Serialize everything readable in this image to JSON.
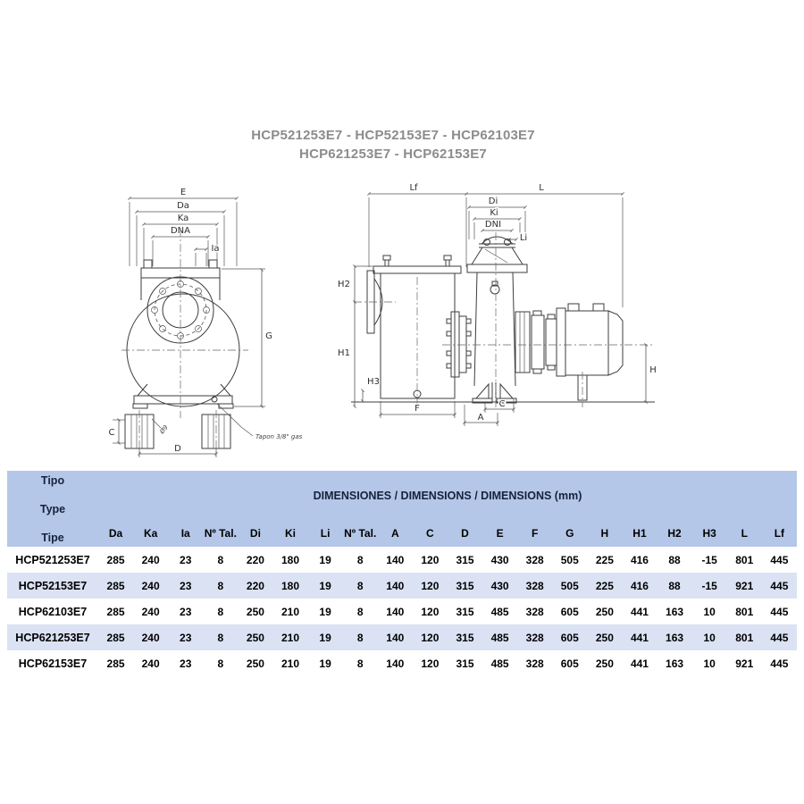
{
  "title": {
    "line1": "HCP521253E7 - HCP52153E7 - HCP62103E7",
    "line2": "HCP621253E7 - HCP62153E7"
  },
  "diagram": {
    "front_view": {
      "labels": {
        "e": "E",
        "da": "Da",
        "ka": "Ka",
        "dna": "DNA",
        "ia": "Ia",
        "g": "G",
        "c": "C",
        "d": "D",
        "hole_dia": "Ø9",
        "plug_note": "Tapon 3/8\" gas"
      }
    },
    "side_view": {
      "labels": {
        "lf": "Lf",
        "l": "L",
        "di": "Di",
        "ki": "Ki",
        "dni": "DNI",
        "li": "Li",
        "h2": "H2",
        "h1": "H1",
        "h3": "H3",
        "f": "F",
        "a": "A",
        "c": "C",
        "h": "H"
      }
    }
  },
  "table": {
    "type_header": [
      "Tipo",
      "Type",
      "Tipe"
    ],
    "dimensions_header": "DIMENSIONES / DIMENSIONS / DIMENSIONS (mm)",
    "columns": [
      "Da",
      "Ka",
      "Ia",
      "Nº Tal.",
      "Di",
      "Ki",
      "Li",
      "Nº Tal.",
      "A",
      "C",
      "D",
      "E",
      "F",
      "G",
      "H",
      "H1",
      "H2",
      "H3",
      "L",
      "Lf"
    ],
    "rows": [
      {
        "model": "HCP521253E7",
        "values": [
          285,
          240,
          23,
          8,
          220,
          180,
          19,
          8,
          140,
          120,
          315,
          430,
          328,
          505,
          225,
          416,
          88,
          -15,
          801,
          445
        ]
      },
      {
        "model": "HCP52153E7",
        "values": [
          285,
          240,
          23,
          8,
          220,
          180,
          19,
          8,
          140,
          120,
          315,
          430,
          328,
          505,
          225,
          416,
          88,
          -15,
          921,
          445
        ]
      },
      {
        "model": "HCP62103E7",
        "values": [
          285,
          240,
          23,
          8,
          250,
          210,
          19,
          8,
          140,
          120,
          315,
          485,
          328,
          605,
          250,
          441,
          163,
          10,
          801,
          445
        ]
      },
      {
        "model": "HCP621253E7",
        "values": [
          285,
          240,
          23,
          8,
          250,
          210,
          19,
          8,
          140,
          120,
          315,
          485,
          328,
          605,
          250,
          441,
          163,
          10,
          801,
          445
        ]
      },
      {
        "model": "HCP62153E7",
        "values": [
          285,
          240,
          23,
          8,
          250,
          210,
          19,
          8,
          140,
          120,
          315,
          485,
          328,
          605,
          250,
          441,
          163,
          10,
          921,
          445
        ]
      }
    ]
  },
  "colors": {
    "header_bg": "#b5c7e8",
    "alt_row_bg": "#dbe2f4",
    "header_text": "#15223c",
    "title_text": "#8c8c8c",
    "line_color": "#3d3d3d"
  }
}
